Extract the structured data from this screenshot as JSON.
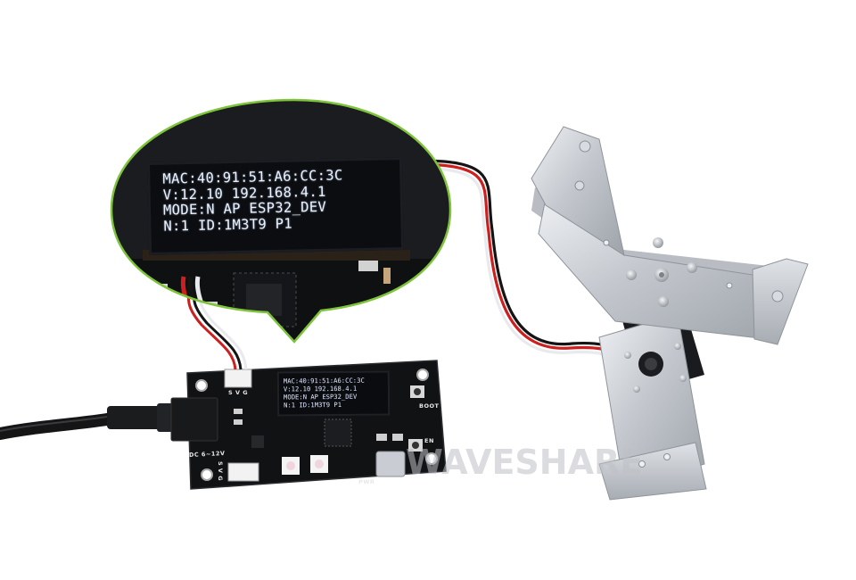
{
  "photo": {
    "subject": "driver-board-with-oled-and-servo-bracket",
    "magnified_display": {
      "lines": [
        "MAC:40:91:51:A6:CC:3C",
        "V:12.10 192.168.4.1",
        "MODE:N AP ESP32_DEV",
        "N:1 ID:1M3T9 P1"
      ]
    },
    "board_display": {
      "lines": [
        "MAC:40:91:51:A6:CC:3C",
        "V:12.10 192.168.4.1",
        "MODE:N AP ESP32_DEV",
        "N:1 ID:1M3T9 P1"
      ]
    },
    "silkscreen": {
      "servo_header_top": "S V G",
      "servo_header_bottom": "S V G",
      "power_jack": "DC 6~12V",
      "boot_button": "BOOT",
      "en_button": "EN",
      "pwr_led": "PWR"
    },
    "watermark": "WAVESHARE",
    "colors": {
      "background": "#ffffff",
      "callout_border": "#7ec43a",
      "pcb": "#111214",
      "oled_text": "#eaf2ff",
      "bracket": "#c9ccd1"
    }
  }
}
